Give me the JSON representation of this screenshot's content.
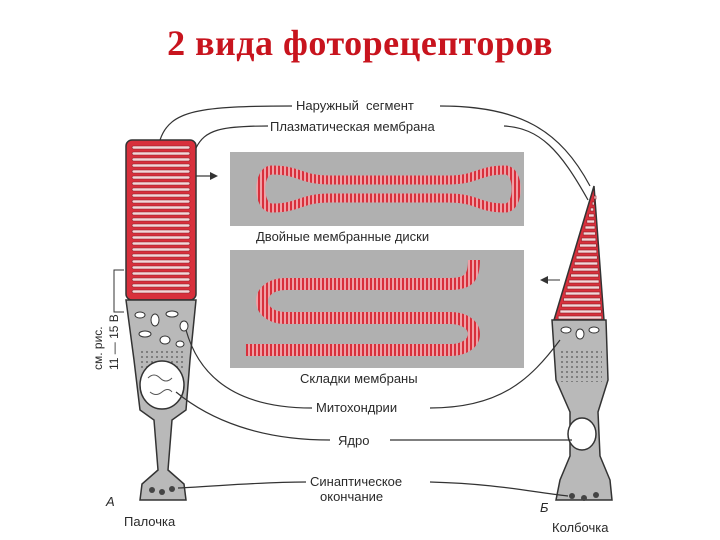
{
  "title": "2 вида фоторецепторов",
  "labels": {
    "outer_segment": "Наружный  сегмент",
    "plasma_membrane": "Плазматическая мембрана",
    "double_discs": "Двойные мембранные диски",
    "membrane_folds": "Складки мембраны",
    "mitochondria": "Митохондрии",
    "nucleus": "Ядро",
    "synaptic_line1": "Синаптическое",
    "synaptic_line2": "окончание",
    "rod_letter": "А",
    "rod_name": "Палочка",
    "cone_letter": "Б",
    "cone_name": "Колбочка",
    "side_note_line1": "см. рис.",
    "side_note_line2": "11 — 15 В"
  },
  "colors": {
    "title": "#c8141e",
    "membrane": "#d8303c",
    "membrane_light": "#f0a0a6",
    "cell_fill": "#b9b9b9",
    "panel": "#b0b0b0",
    "line": "#333333"
  }
}
